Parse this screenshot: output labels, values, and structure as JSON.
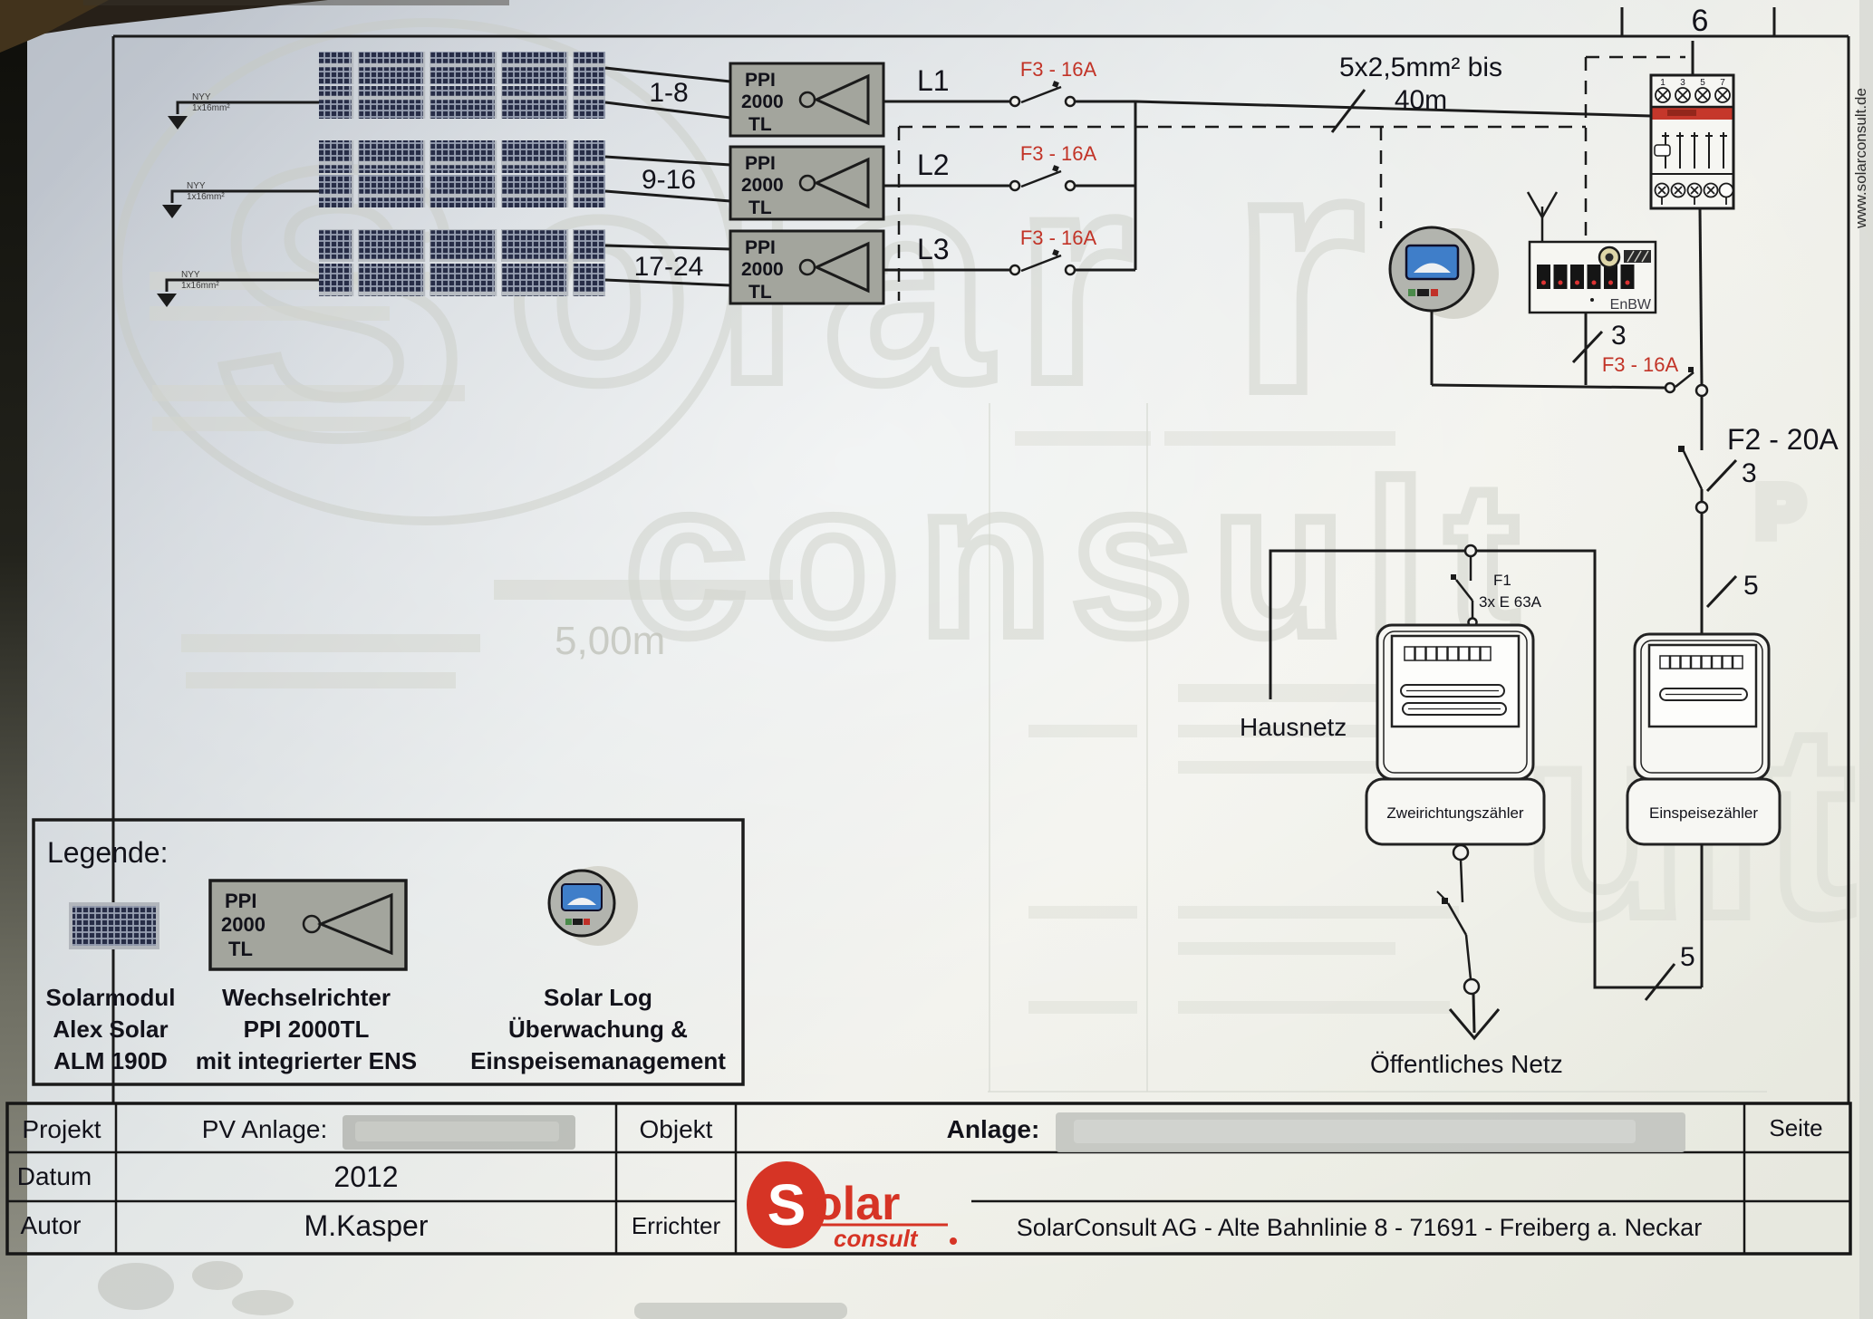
{
  "frame": {
    "sheet_number": "6",
    "margin_text": "www.solarconsult.de"
  },
  "ghost": {
    "s": "S",
    "olar": "olar",
    "r": "r",
    "consult": "consult",
    "ult": "ult",
    "p": "P",
    "measure": "5,00m"
  },
  "strings": [
    {
      "range": "1-8"
    },
    {
      "range": "9-16"
    },
    {
      "range": "17-24"
    }
  ],
  "ground": {
    "line1": "NYY",
    "line2": "1x16mm²"
  },
  "inverter": {
    "line1": "PPI",
    "line2": "2000",
    "line3": "TL"
  },
  "phases": [
    {
      "label": "L1",
      "fuse": "F3 - 16A"
    },
    {
      "label": "L2",
      "fuse": "F3 - 16A"
    },
    {
      "label": "L3",
      "fuse": "F3 - 16A"
    }
  ],
  "cable": {
    "spec": "5x2,5mm² bis",
    "length": "40m"
  },
  "breaker": {
    "terminals_top": [
      "1",
      "3",
      "5",
      "7"
    ]
  },
  "meter_box": {
    "brand": "EnBW",
    "wire_count": "3",
    "fuse": "F3 - 16A"
  },
  "main_line": {
    "fuse2": "F2 - 20A",
    "count3": "3",
    "count5": "5"
  },
  "feed": {
    "fuse1_name": "F1",
    "fuse1_rating": "3x E 63A",
    "bidirectional_meter": "Zweirichtungszähler",
    "feed_meter": "Einspeisezähler",
    "feed_wire_count": "5",
    "house": "Hausnetz",
    "grid": "Öffentliches Netz"
  },
  "legend": {
    "title": "Legende:",
    "module": [
      "Solarmodul",
      "Alex Solar",
      "ALM 190D"
    ],
    "inverter": [
      "Wechselrichter",
      "PPI 2000TL",
      "mit integrierter ENS"
    ],
    "monitoring": [
      "Solar Log",
      "Überwachung &",
      "Einspeisemanagement"
    ]
  },
  "title_block": {
    "projekt_label": "Projekt",
    "projekt_value": "PV Anlage:",
    "objekt_label": "Objekt",
    "anlage_label": "Anlage:",
    "seite_label": "Seite",
    "datum_label": "Datum",
    "datum_value": "2012",
    "autor_label": "Autor",
    "autor_value": "M.Kasper",
    "errichter_label": "Errichter",
    "address": "SolarConsult AG - Alte Bahnlinie 8 - 71691 - Freiberg a. Neckar"
  },
  "logo": {
    "top": "Solar",
    "bottom": "consult"
  }
}
